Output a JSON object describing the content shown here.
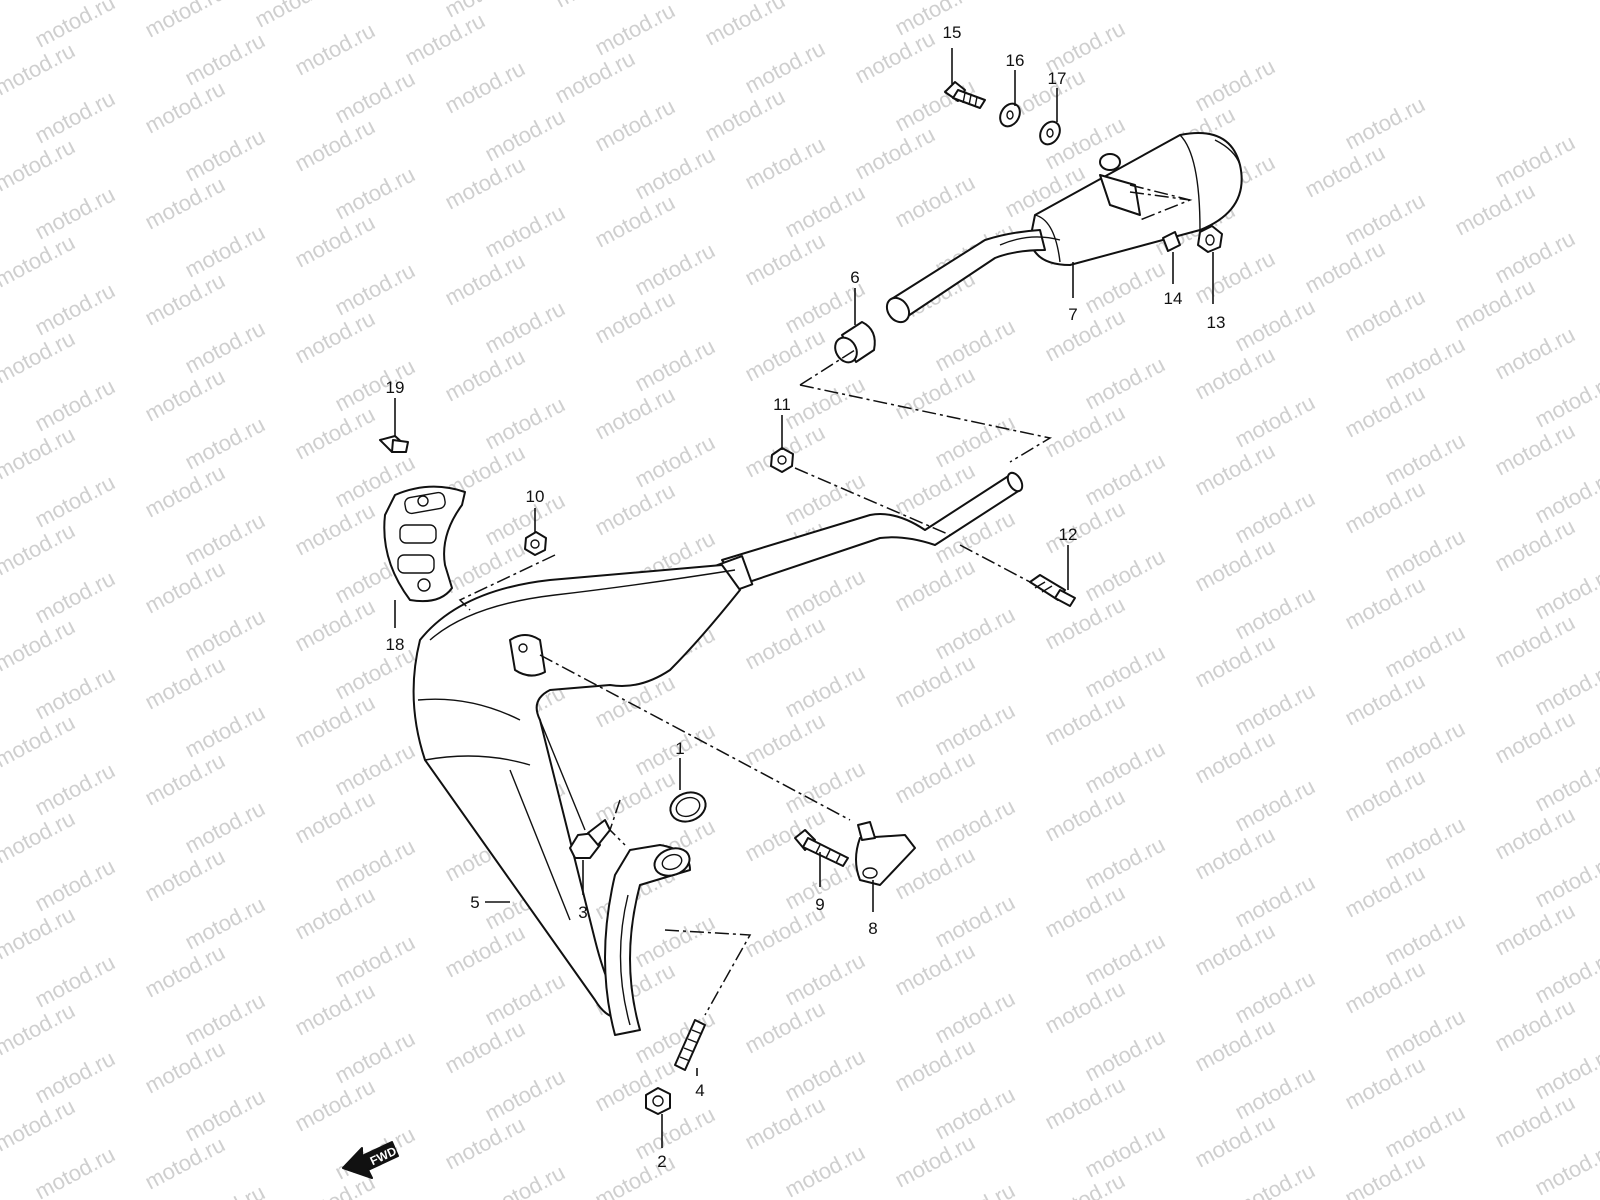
{
  "watermark": "motod.ru",
  "forward_label": "FWD",
  "callouts": {
    "c1": "1",
    "c2": "2",
    "c3": "3",
    "c4": "4",
    "c5": "5",
    "c6": "6",
    "c7": "7",
    "c8": "8",
    "c9": "9",
    "c10": "10",
    "c11": "11",
    "c12": "12",
    "c13": "13",
    "c14": "14",
    "c15": "15",
    "c16": "16",
    "c17": "17",
    "c18": "18",
    "c19": "19"
  }
}
